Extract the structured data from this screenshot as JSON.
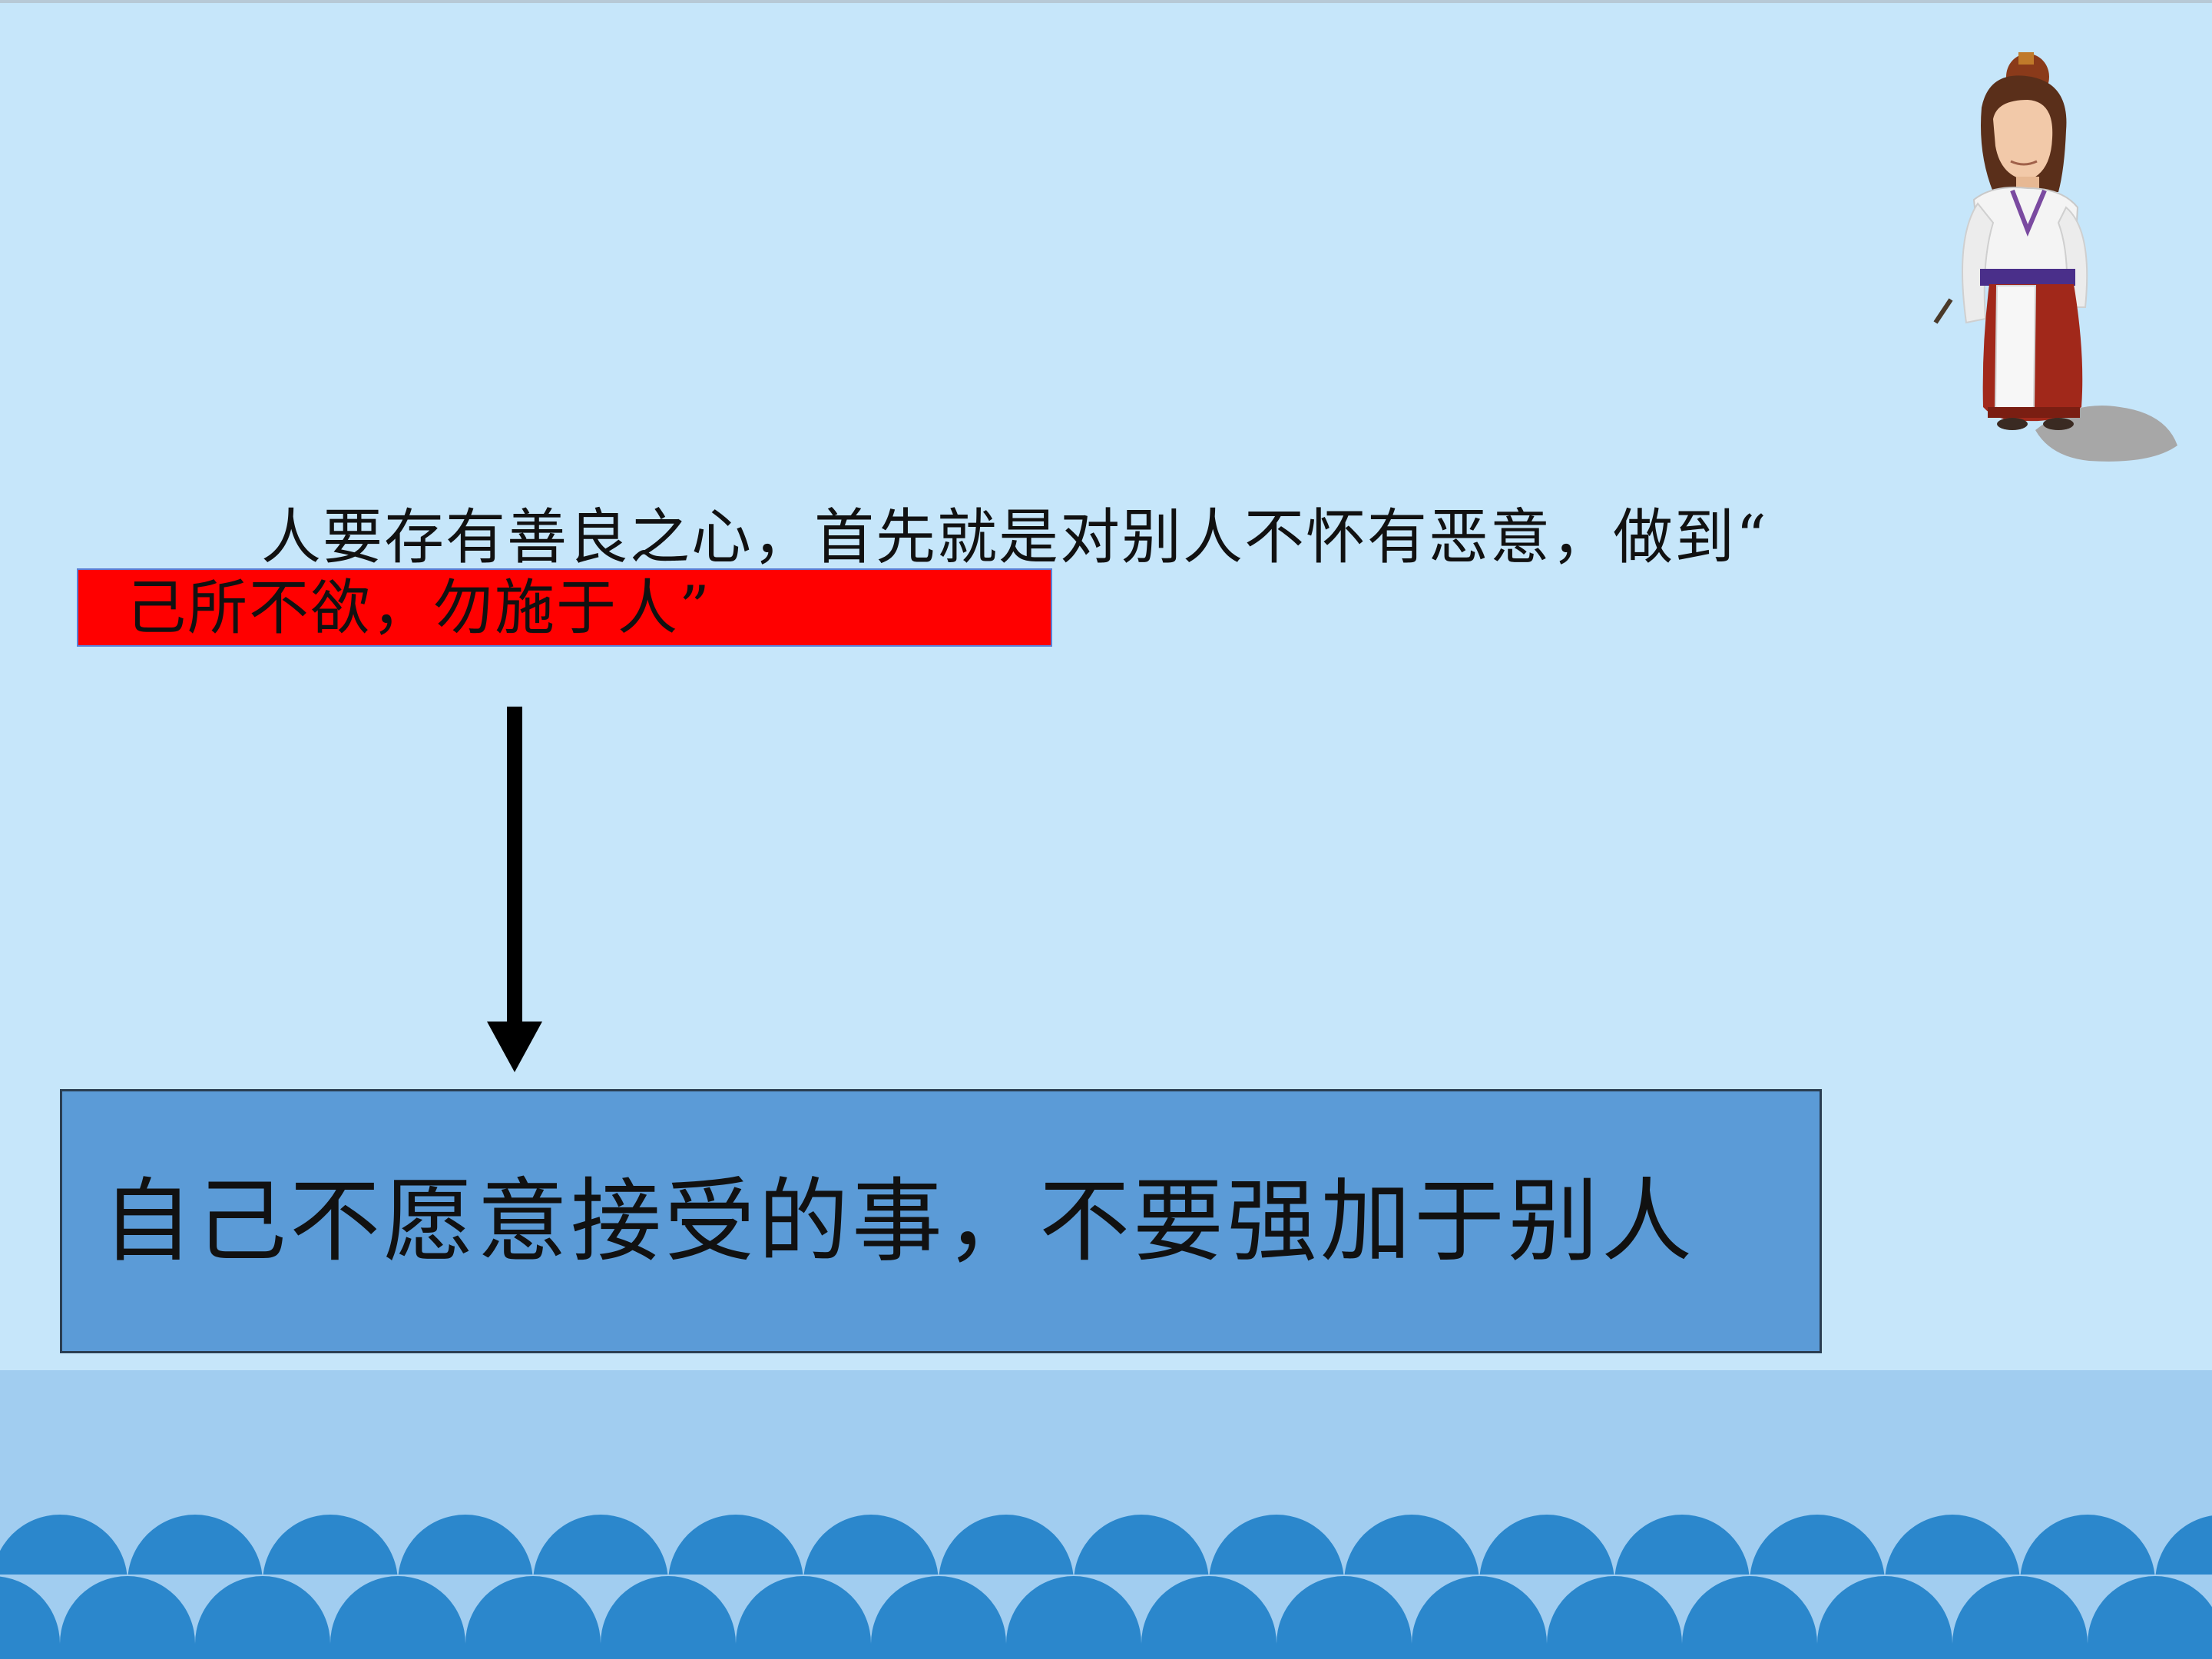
{
  "slide": {
    "intro_text": "人要存有善良之心，首先就是对别人不怀有恶意，做到“",
    "quote_text": "己所不欲，勿施于人”",
    "answer_text": "自己不愿意接受的事，不要强加于别人"
  },
  "colors": {
    "background": "#c6e6fa",
    "quote_highlight": "#ff0000",
    "answer_box": "#5b9bd7",
    "wave_dark": "#2b87cc",
    "wave_band": "#a1cdf0",
    "text": "#111111"
  },
  "icons": {
    "figure": "ancient-scholar-figure-icon",
    "arrow": "arrow-down-icon",
    "waves": "wave-pattern-icon"
  }
}
